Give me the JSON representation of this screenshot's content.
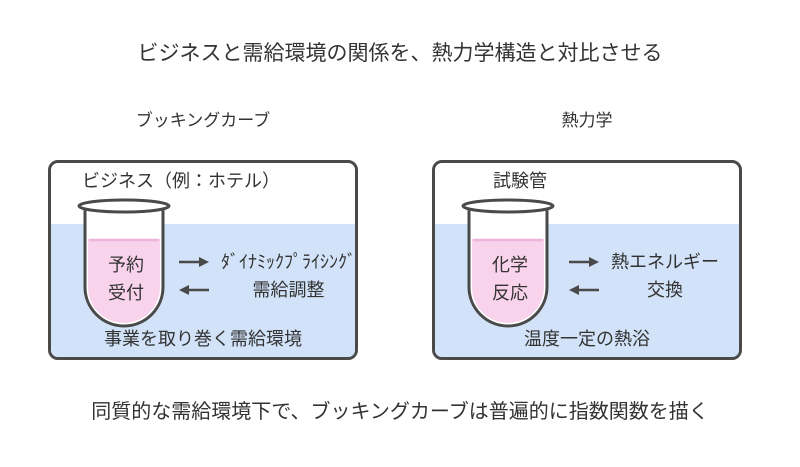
{
  "title": "ビジネスと需給環境の関係を、熱力学構造と対比させる",
  "caption": "同質的な需給環境下で、ブッキングカーブは普遍的に指数関数を描く",
  "colors": {
    "bath_blue": "#D2E3F9",
    "liquid_pink": "#F9D3EC",
    "liquid_surface_pink": "#EFB3DC",
    "outline": "#4A4A4A",
    "text": "#333333"
  },
  "icons": {
    "right_arrow": "→",
    "left_arrow": "←"
  },
  "panels": [
    {
      "header": "ブッキングカーブ",
      "box_label": "ビジネス（例：ホテル）",
      "tube_line1": "予約",
      "tube_line2": "受付",
      "exchange_out": "ﾀﾞｲﾅﾐｯｸﾌﾟﾗｲｼﾝｸﾞ",
      "exchange_in": "需給調整",
      "bath_label": "事業を取り巻く需給環境"
    },
    {
      "header": "熱力学",
      "box_label": "試験管",
      "tube_line1": "化学",
      "tube_line2": "反応",
      "exchange_out": "熱エネルギー",
      "exchange_in": "交換",
      "bath_label": "温度一定の熱浴"
    }
  ]
}
